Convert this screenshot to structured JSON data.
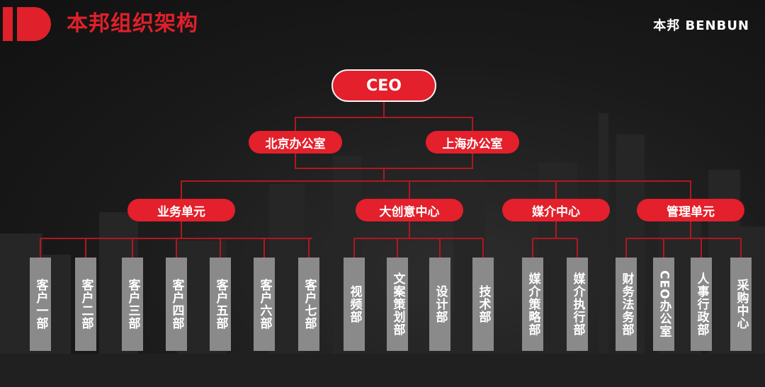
{
  "header": {
    "title": "本邦组织架构",
    "brand": "本邦 BENBUN"
  },
  "org": {
    "ceo": "CEO",
    "offices": [
      "北京办公室",
      "上海办公室"
    ],
    "units": [
      {
        "label": "业务单元",
        "departments": [
          "客户一部",
          "客户二部",
          "客户三部",
          "客户四部",
          "客户五部",
          "客户六部",
          "客户七部"
        ]
      },
      {
        "label": "大创意中心",
        "departments": [
          "视频部",
          "文案策划部",
          "设计部",
          "技术部"
        ]
      },
      {
        "label": "媒介中心",
        "departments": [
          "媒介策略部",
          "媒介执行部"
        ]
      },
      {
        "label": "管理单元",
        "departments": [
          "财务法务部",
          "CEO办公室",
          "人事行政部",
          "采购中心"
        ]
      }
    ]
  },
  "colors": {
    "accent": "#e3202b",
    "connector": "#b01820",
    "department_box": "#8a8a8a",
    "background": "#1a1a1a"
  }
}
